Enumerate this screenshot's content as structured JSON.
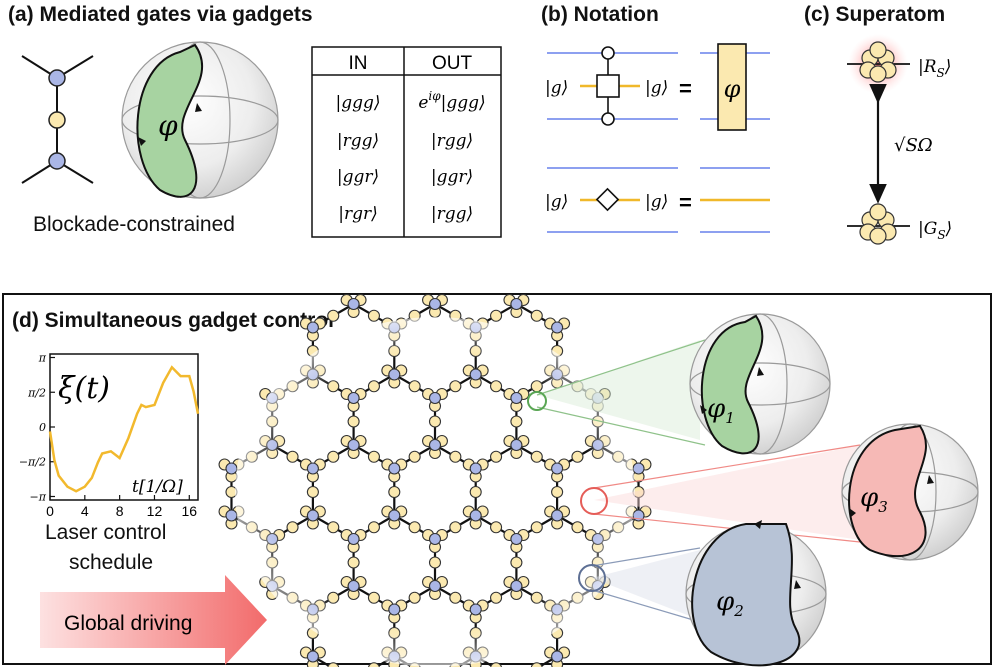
{
  "panel_a": {
    "title": "(a) Mediated gates via gadgets",
    "caption": "Blockade-constrained",
    "sphere_label": "φ",
    "table": {
      "headers": [
        "IN",
        "OUT"
      ],
      "rows": [
        [
          "|ggg⟩",
          "e^{iφ}|ggg⟩"
        ],
        [
          "|rgg⟩",
          "|rgg⟩"
        ],
        [
          "|ggr⟩",
          "|ggr⟩"
        ],
        [
          "|rgr⟩",
          "|rgg⟩"
        ]
      ],
      "out_prefix": "e",
      "out_sup": "iφ",
      "out_first_ket": "|ggg⟩"
    }
  },
  "panel_b": {
    "title": "(b) Notation",
    "ket_g": "|g⟩",
    "equals": "=",
    "box_label": "φ"
  },
  "panel_c": {
    "title": "(c) Superatom",
    "top_state": "|R",
    "top_sub": "S",
    "bottom_state": "|G",
    "bottom_sub": "S",
    "ket_close": "⟩",
    "rabi": "√SΩ"
  },
  "panel_d": {
    "title": "(d) Simultaneous gadget control",
    "plot": {
      "ylabel": "ξ(t)",
      "xlabel": "t[1/Ω]",
      "yticks": [
        "π",
        "π/2",
        "0",
        "−π/2",
        "−π"
      ],
      "xticks": [
        "0",
        "4",
        "8",
        "12",
        "16"
      ]
    },
    "caption_line1": "Laser control",
    "caption_line2": "schedule",
    "arrow_label": "Global driving",
    "spheres": [
      {
        "label": "φ",
        "sub": "1",
        "color": "#a7d3a1"
      },
      {
        "label": "φ",
        "sub": "3",
        "color": "#f6b9b6"
      },
      {
        "label": "φ",
        "sub": "2",
        "color": "#b7c3d6"
      }
    ]
  },
  "colors": {
    "blue_node": "#aab6e6",
    "yellow_node": "#fbe9b0",
    "line_blue": "#8da0f0",
    "line_yellow": "#f0b82a",
    "curve": "#f2b92d",
    "arrow_red": "#f26b6b"
  },
  "chart_data": {
    "type": "line",
    "title": "",
    "xlabel": "t[1/Ω]",
    "ylabel": "ξ(t)",
    "xlim": [
      0,
      17
    ],
    "ylim": [
      -3.3,
      3.3
    ],
    "series": [
      {
        "x": [
          0,
          0.5,
          1,
          2,
          3,
          4,
          4.8,
          5.5,
          6,
          7,
          8,
          9,
          10,
          10.5,
          11,
          12,
          13,
          14,
          15,
          16,
          16.5,
          17
        ],
        "y": [
          -0.2,
          -1.5,
          -2.2,
          -2.7,
          -2.9,
          -2.7,
          -2.3,
          -1.6,
          -1.2,
          -1.1,
          -1.4,
          -0.5,
          0.6,
          1.0,
          0.9,
          1.0,
          2.0,
          2.7,
          2.3,
          2.3,
          1.6,
          0.6
        ]
      }
    ]
  }
}
